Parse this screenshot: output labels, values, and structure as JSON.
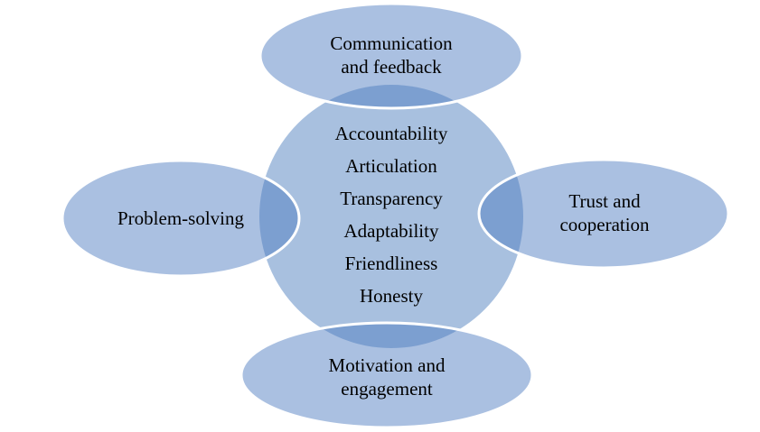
{
  "diagram": {
    "center": {
      "items": [
        "Accountability",
        "Articulation",
        "Transparency",
        "Adaptability",
        "Friendliness",
        "Honesty"
      ]
    },
    "satellites": {
      "top": [
        "Communication",
        "and feedback"
      ],
      "left": [
        "Problem-solving"
      ],
      "right": [
        "Trust and",
        "cooperation"
      ],
      "bottom": [
        "Motivation and",
        "engagement"
      ]
    },
    "colors": {
      "circle_fill": "#a8c0df",
      "ellipse_fill": "#4a7abf",
      "stroke": "#ffffff"
    }
  }
}
